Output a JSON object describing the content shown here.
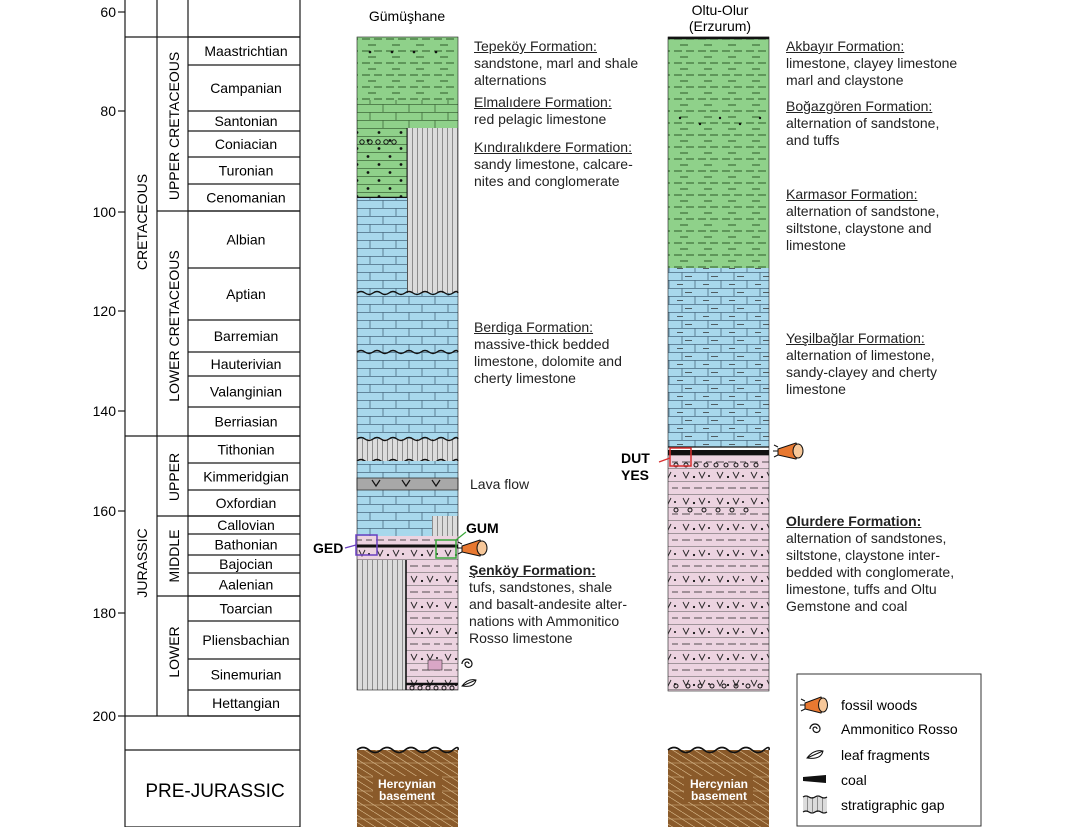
{
  "colors": {
    "limestone_blue": "#a8d8ec",
    "green": "#8fd18a",
    "pink": "#ecd3e0",
    "gap_gray": "#dcdcdc",
    "basement_brown": "#8a5a2a",
    "fossil_orange": "#e87830",
    "line": "#1a1a1a",
    "purple_box": "#6a3fc0",
    "green_box": "#3aa83a",
    "red_box": "#d83030"
  },
  "y_axis": {
    "ticks": [
      "60",
      "80",
      "100",
      "120",
      "140",
      "160",
      "180",
      "200"
    ]
  },
  "eras": {
    "cretaceous": "CRETACEOUS",
    "jurassic": "JURASSIC",
    "pre_jurassic": "PRE-JURASSIC"
  },
  "epochs": {
    "upper_cretaceous": "UPPER CRETACEOUS",
    "lower_cretaceous": "LOWER CRETACEOUS",
    "upper": "UPPER",
    "middle": "MIDDLE",
    "lower": "LOWER"
  },
  "stages": [
    "Maastrichtian",
    "Campanian",
    "Santonian",
    "Coniacian",
    "Turonian",
    "Cenomanian",
    "Albian",
    "Aptian",
    "Barremian",
    "Hauterivian",
    "Valanginian",
    "Berriasian",
    "Tithonian",
    "Kimmeridgian",
    "Oxfordian",
    "Callovian",
    "Bathonian",
    "Bajocian",
    "Aalenian",
    "Toarcian",
    "Pliensbachian",
    "Sinemurian",
    "Hettangian"
  ],
  "columns": {
    "gumushane": {
      "title": "Gümüşhane"
    },
    "oltu": {
      "title_line1": "Oltu-Olur",
      "title_line2": "(Erzurum)"
    }
  },
  "basement_label_1": "Hercynian",
  "basement_label_2": "basement",
  "gumushane_formations": {
    "tepekoy": {
      "title": "Tepeköy Formation:",
      "lines": [
        "sandstone, marl and shale",
        "alternations"
      ]
    },
    "elmalidere": {
      "title": "Elmalıdere Formation:",
      "lines": [
        "red pelagic limestone"
      ]
    },
    "kindiralikdere": {
      "title": "Kındıralıkdere Formation:",
      "lines": [
        "sandy limestone, calcare-",
        "nites and conglomerate"
      ]
    },
    "berdiga": {
      "title": "Berdiga Formation:",
      "lines": [
        "massive-thick bedded",
        "limestone, dolomite and",
        "cherty limestone"
      ]
    },
    "lava": {
      "label": "Lava flow"
    },
    "senkoy": {
      "title": "Şenköy Formation:",
      "lines": [
        "tufs, sandstones, shale",
        "and basalt-andesite alter-",
        "nations with Ammonitico",
        "Rosso limestone"
      ]
    }
  },
  "oltu_formations": {
    "akbayir": {
      "title": "Akbayır Formation:",
      "lines": [
        "limestone, clayey limestone",
        "marl and claystone"
      ]
    },
    "bogazgoren": {
      "title": "Boğazgören Formation:",
      "lines": [
        "alternation of sandstone,",
        "and tuffs"
      ]
    },
    "karmasor": {
      "title": "Karmasor Formation:",
      "lines": [
        "alternation of sandstone,",
        "siltstone, claystone and",
        "limestone"
      ]
    },
    "yesilbaglar": {
      "title": "Yeşilbağlar Formation:",
      "lines": [
        "alternation of limestone,",
        "sandy-clayey and cherty",
        "limestone"
      ]
    },
    "olurdere": {
      "title": "Olurdere Formation:",
      "lines": [
        "alternation of sandstones,",
        "siltstone, claystone inter-",
        "bedded with conglomerate,",
        "limestone, tuffs and Oltu",
        "Gemstone and coal"
      ]
    }
  },
  "site_labels": {
    "ged": "GED",
    "gum": "GUM",
    "dut": "DUT",
    "yes": "YES"
  },
  "legend": {
    "items": [
      {
        "icon": "fossil-wood-icon",
        "label": "fossil woods"
      },
      {
        "icon": "ammonite-icon",
        "label": "Ammonitico Rosso"
      },
      {
        "icon": "leaf-icon",
        "label": "leaf fragments"
      },
      {
        "icon": "coal-icon",
        "label": "coal"
      },
      {
        "icon": "gap-icon",
        "label": "stratigraphic gap"
      }
    ]
  }
}
